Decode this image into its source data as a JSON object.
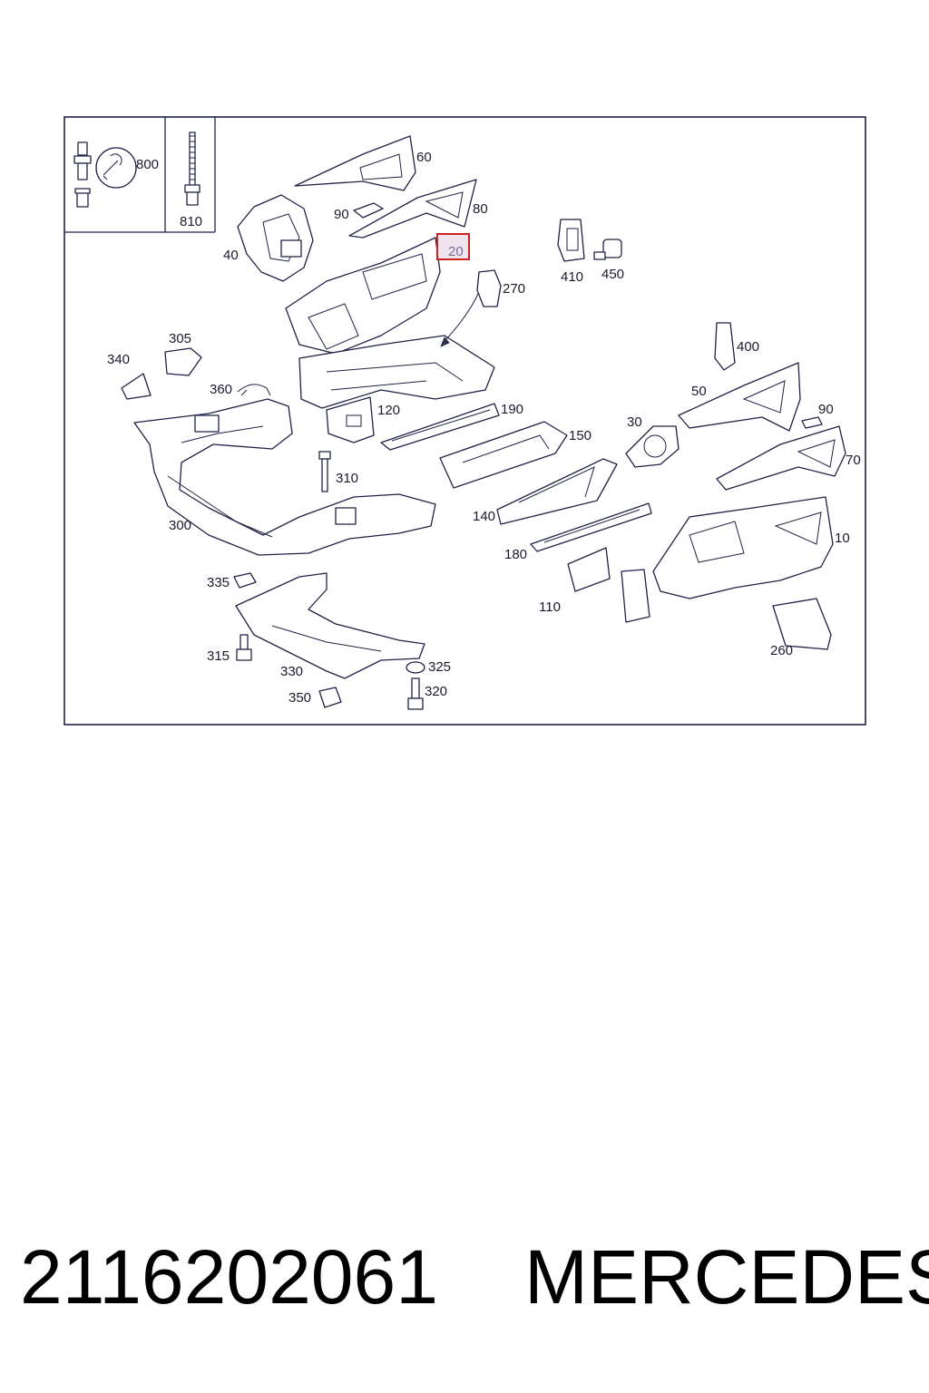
{
  "diagram": {
    "labels": {
      "c60": "60",
      "c80": "80",
      "c90a": "90",
      "c20": "20",
      "c40": "40",
      "c270": "270",
      "c410": "410",
      "c450": "450",
      "c400": "400",
      "c305": "305",
      "c340": "340",
      "c360": "360",
      "c120": "120",
      "c190": "190",
      "c150": "150",
      "c30": "30",
      "c50": "50",
      "c90b": "90",
      "c70": "70",
      "c310": "310",
      "c300": "300",
      "c140": "140",
      "c180": "180",
      "c10": "10",
      "c110": "110",
      "c335": "335",
      "c260": "260",
      "c315": "315",
      "c330": "330",
      "c325": "325",
      "c320": "320",
      "c350": "350",
      "c800": "800",
      "c810": "810"
    },
    "highlight_color": "#cc2222"
  },
  "caption": {
    "part_number": "2116202061",
    "brand": "MERCEDES"
  }
}
